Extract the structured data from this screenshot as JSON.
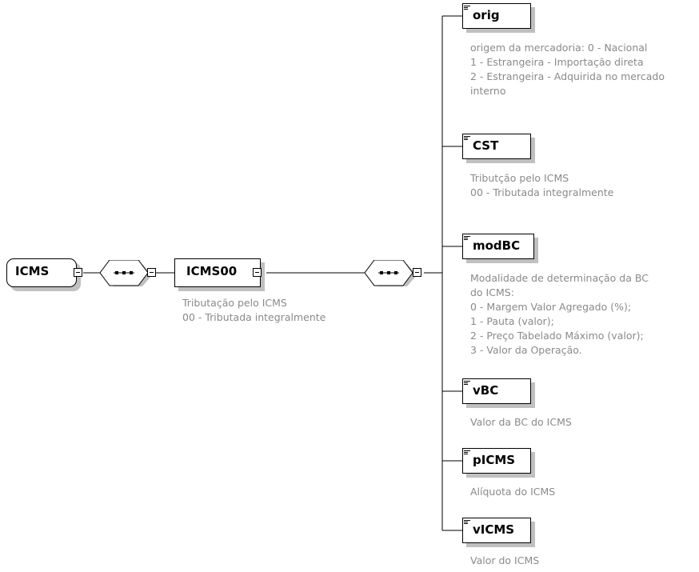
{
  "root": {
    "label": "ICMS"
  },
  "icms00": {
    "label": "ICMS00",
    "doc": [
      "Tributação pelo ICMS",
      "00 - Tributada integralmente"
    ]
  },
  "children": [
    {
      "label": "orig",
      "doc": [
        "origem da mercadoria: 0 - Nacional",
        "1 - Estrangeira - Importação direta",
        "2 - Estrangeira - Adquirida no mercado",
        "interno"
      ]
    },
    {
      "label": "CST",
      "doc": [
        "Tributção pelo ICMS",
        "00 - Tributada integralmente"
      ]
    },
    {
      "label": "modBC",
      "doc": [
        "Modalidade de determinação da BC",
        "do ICMS:",
        "0 - Margem Valor Agregado (%);",
        "1 - Pauta (valor);",
        "2 - Preço Tabelado Máximo (valor);",
        "3 - Valor da Operação."
      ]
    },
    {
      "label": "vBC",
      "doc": [
        "Valor da BC do ICMS"
      ]
    },
    {
      "label": "pICMS",
      "doc": [
        "Alíquota do ICMS"
      ]
    },
    {
      "label": "vICMS",
      "doc": [
        "Valor do ICMS"
      ]
    }
  ],
  "colors": {
    "line": "#000000",
    "shadow": "#c0c0c0",
    "doc_text": "#8a8a8a"
  },
  "icons": {
    "child_marker": "element-lines-icon",
    "collapse": "minus-icon",
    "compositor": "sequence-icon"
  }
}
